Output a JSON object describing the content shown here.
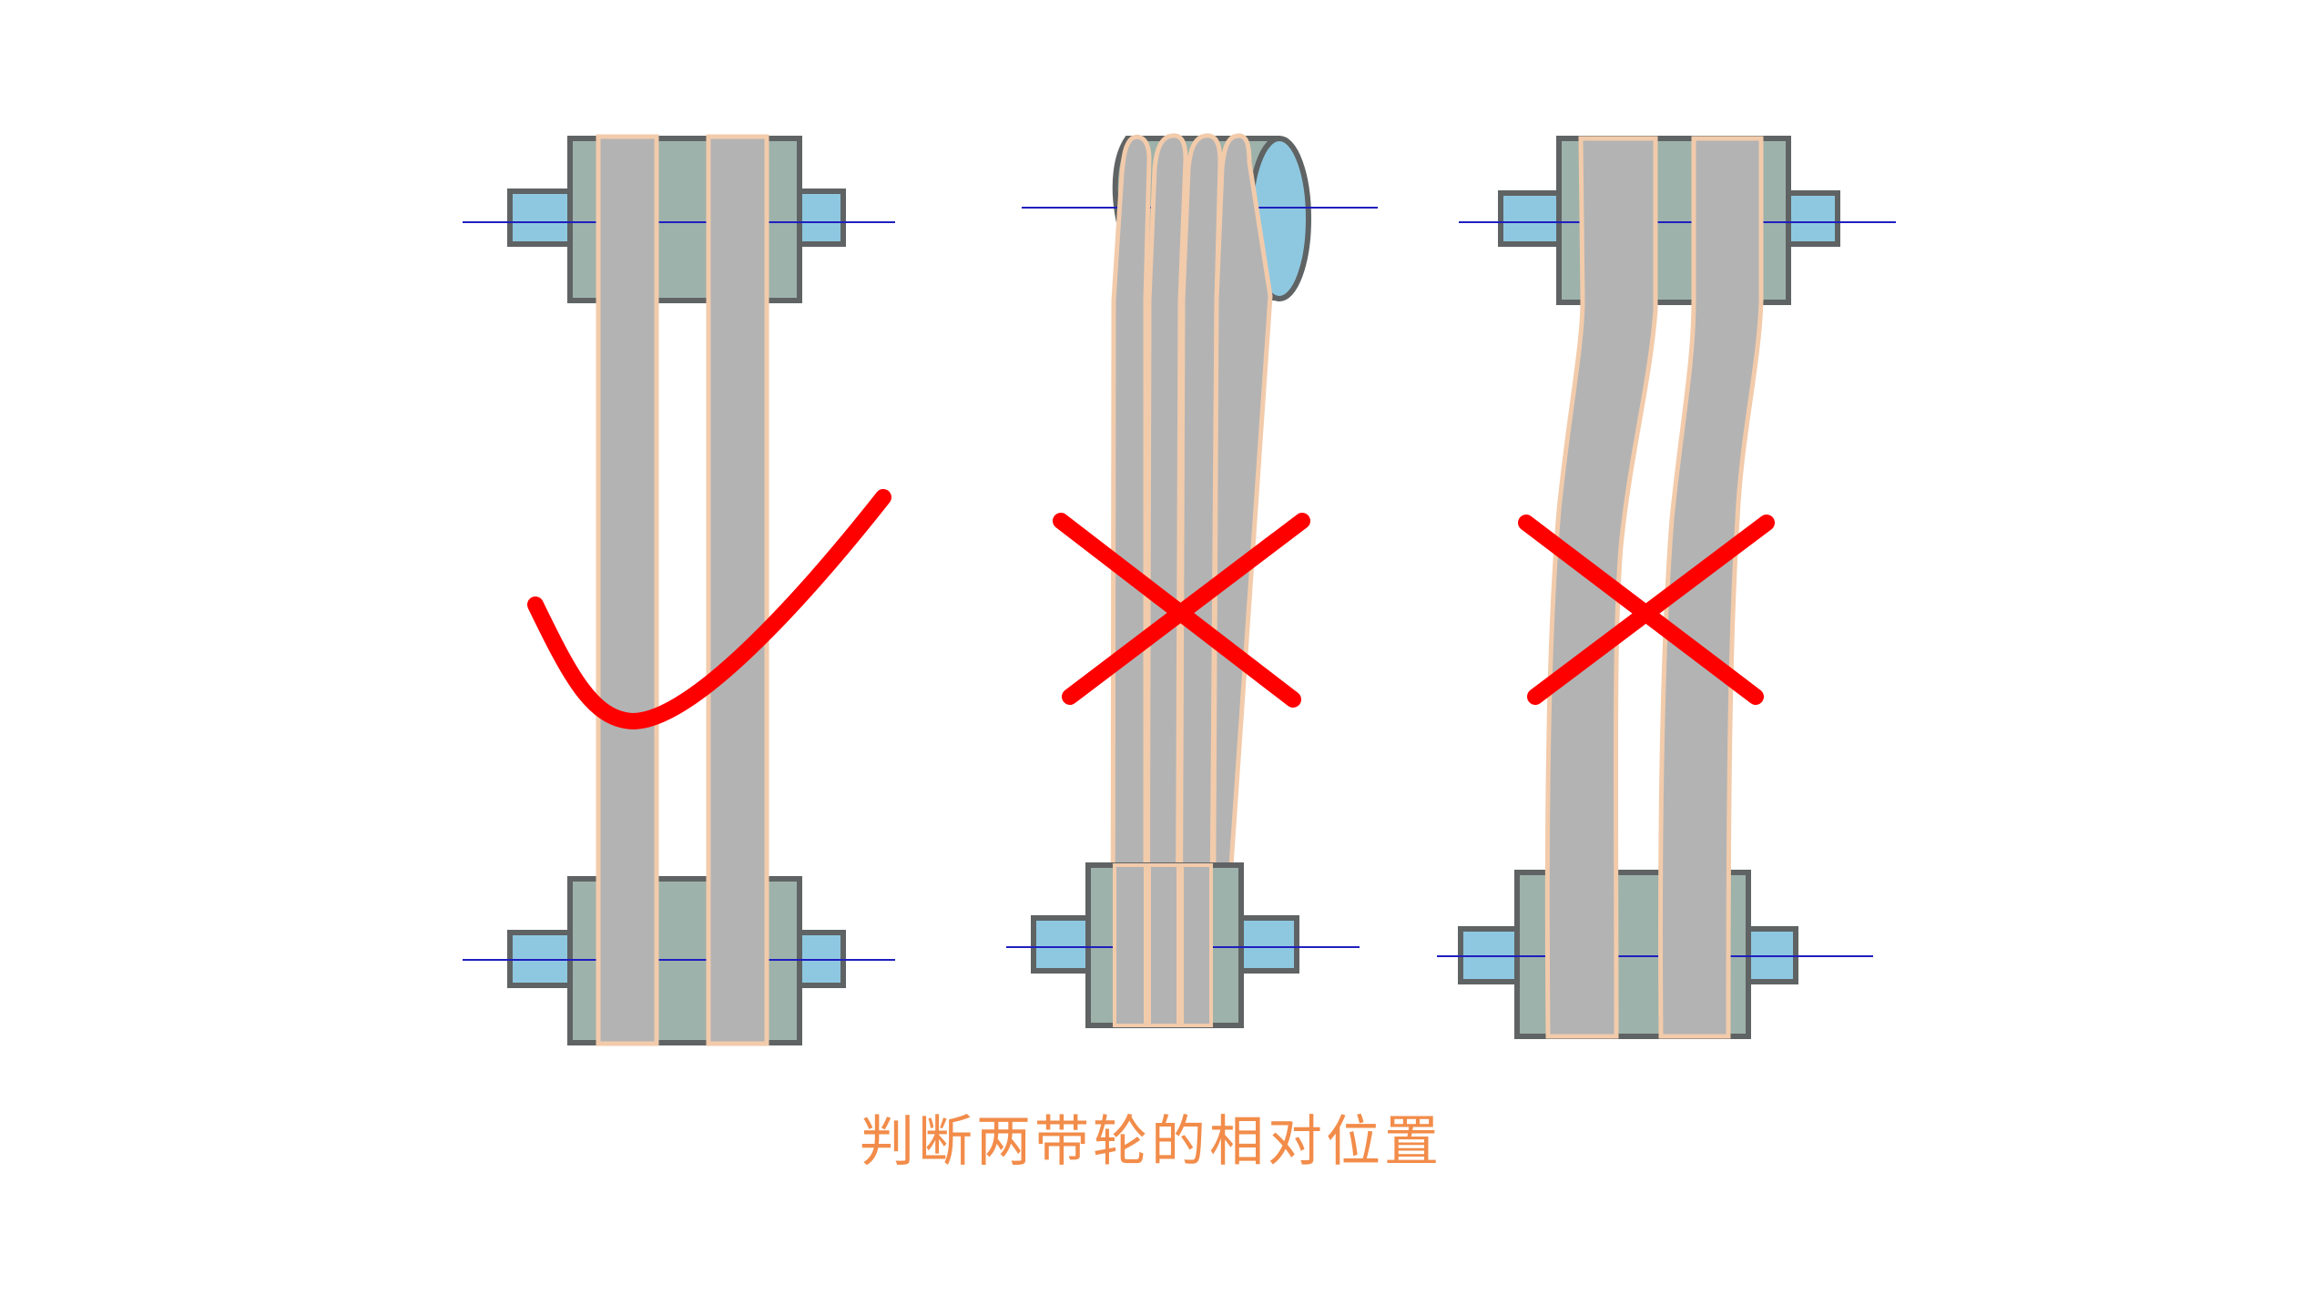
{
  "caption": "判断两带轮的相对位置",
  "colors": {
    "background": "#ffffff",
    "pulley_body": "#9db2aa",
    "shaft": "#8ec8e0",
    "outline": "#5f6363",
    "belt": "#b3b3b3",
    "belt_edge": "#f2cbab",
    "axis_line": "#1f1fbf",
    "mark": "#ff0000",
    "caption": "#f28c4a"
  },
  "panels": [
    {
      "id": "panel-correct",
      "verdict": "correct",
      "mark_icon": "check-mark-icon"
    },
    {
      "id": "panel-skewed-axis",
      "verdict": "incorrect",
      "mark_icon": "cross-mark-icon"
    },
    {
      "id": "panel-offset-plane",
      "verdict": "incorrect",
      "mark_icon": "cross-mark-icon"
    }
  ]
}
